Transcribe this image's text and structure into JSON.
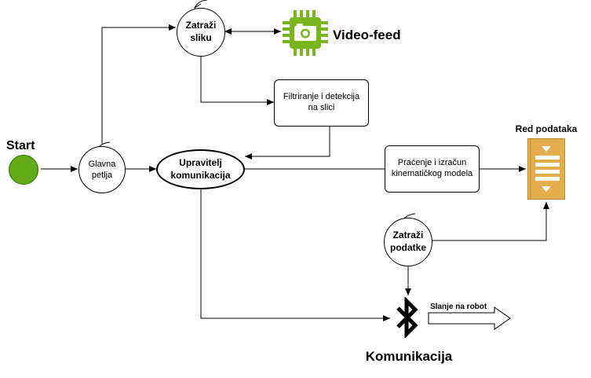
{
  "nodes": {
    "start": "Start",
    "main_loop": "Glavna\npetlja",
    "comm_manager": "Upravitelj\nkomunikacija",
    "request_image": "Zatraži\nsliku",
    "video_feed": "Video-feed",
    "filtering": "Filtriranje i detekcija\nna slici",
    "tracking": "Praćenje i izračun\nkinematičkog modela",
    "data_queue": "Red podataka",
    "request_data": "Zatraži\npodatke",
    "communication": "Komunikacija",
    "send_to_robot": "Slanje na robot"
  },
  "colors": {
    "start_fill": "#60a917",
    "start_stroke": "#2d7600",
    "chip_green": "#7ab51d",
    "queue_fill": "#e3ae4b",
    "queue_stroke": "#b58a2f"
  },
  "icons": [
    "chip-camera-icon",
    "queue-icon",
    "bluetooth-icon",
    "arrow-outline-icon"
  ]
}
